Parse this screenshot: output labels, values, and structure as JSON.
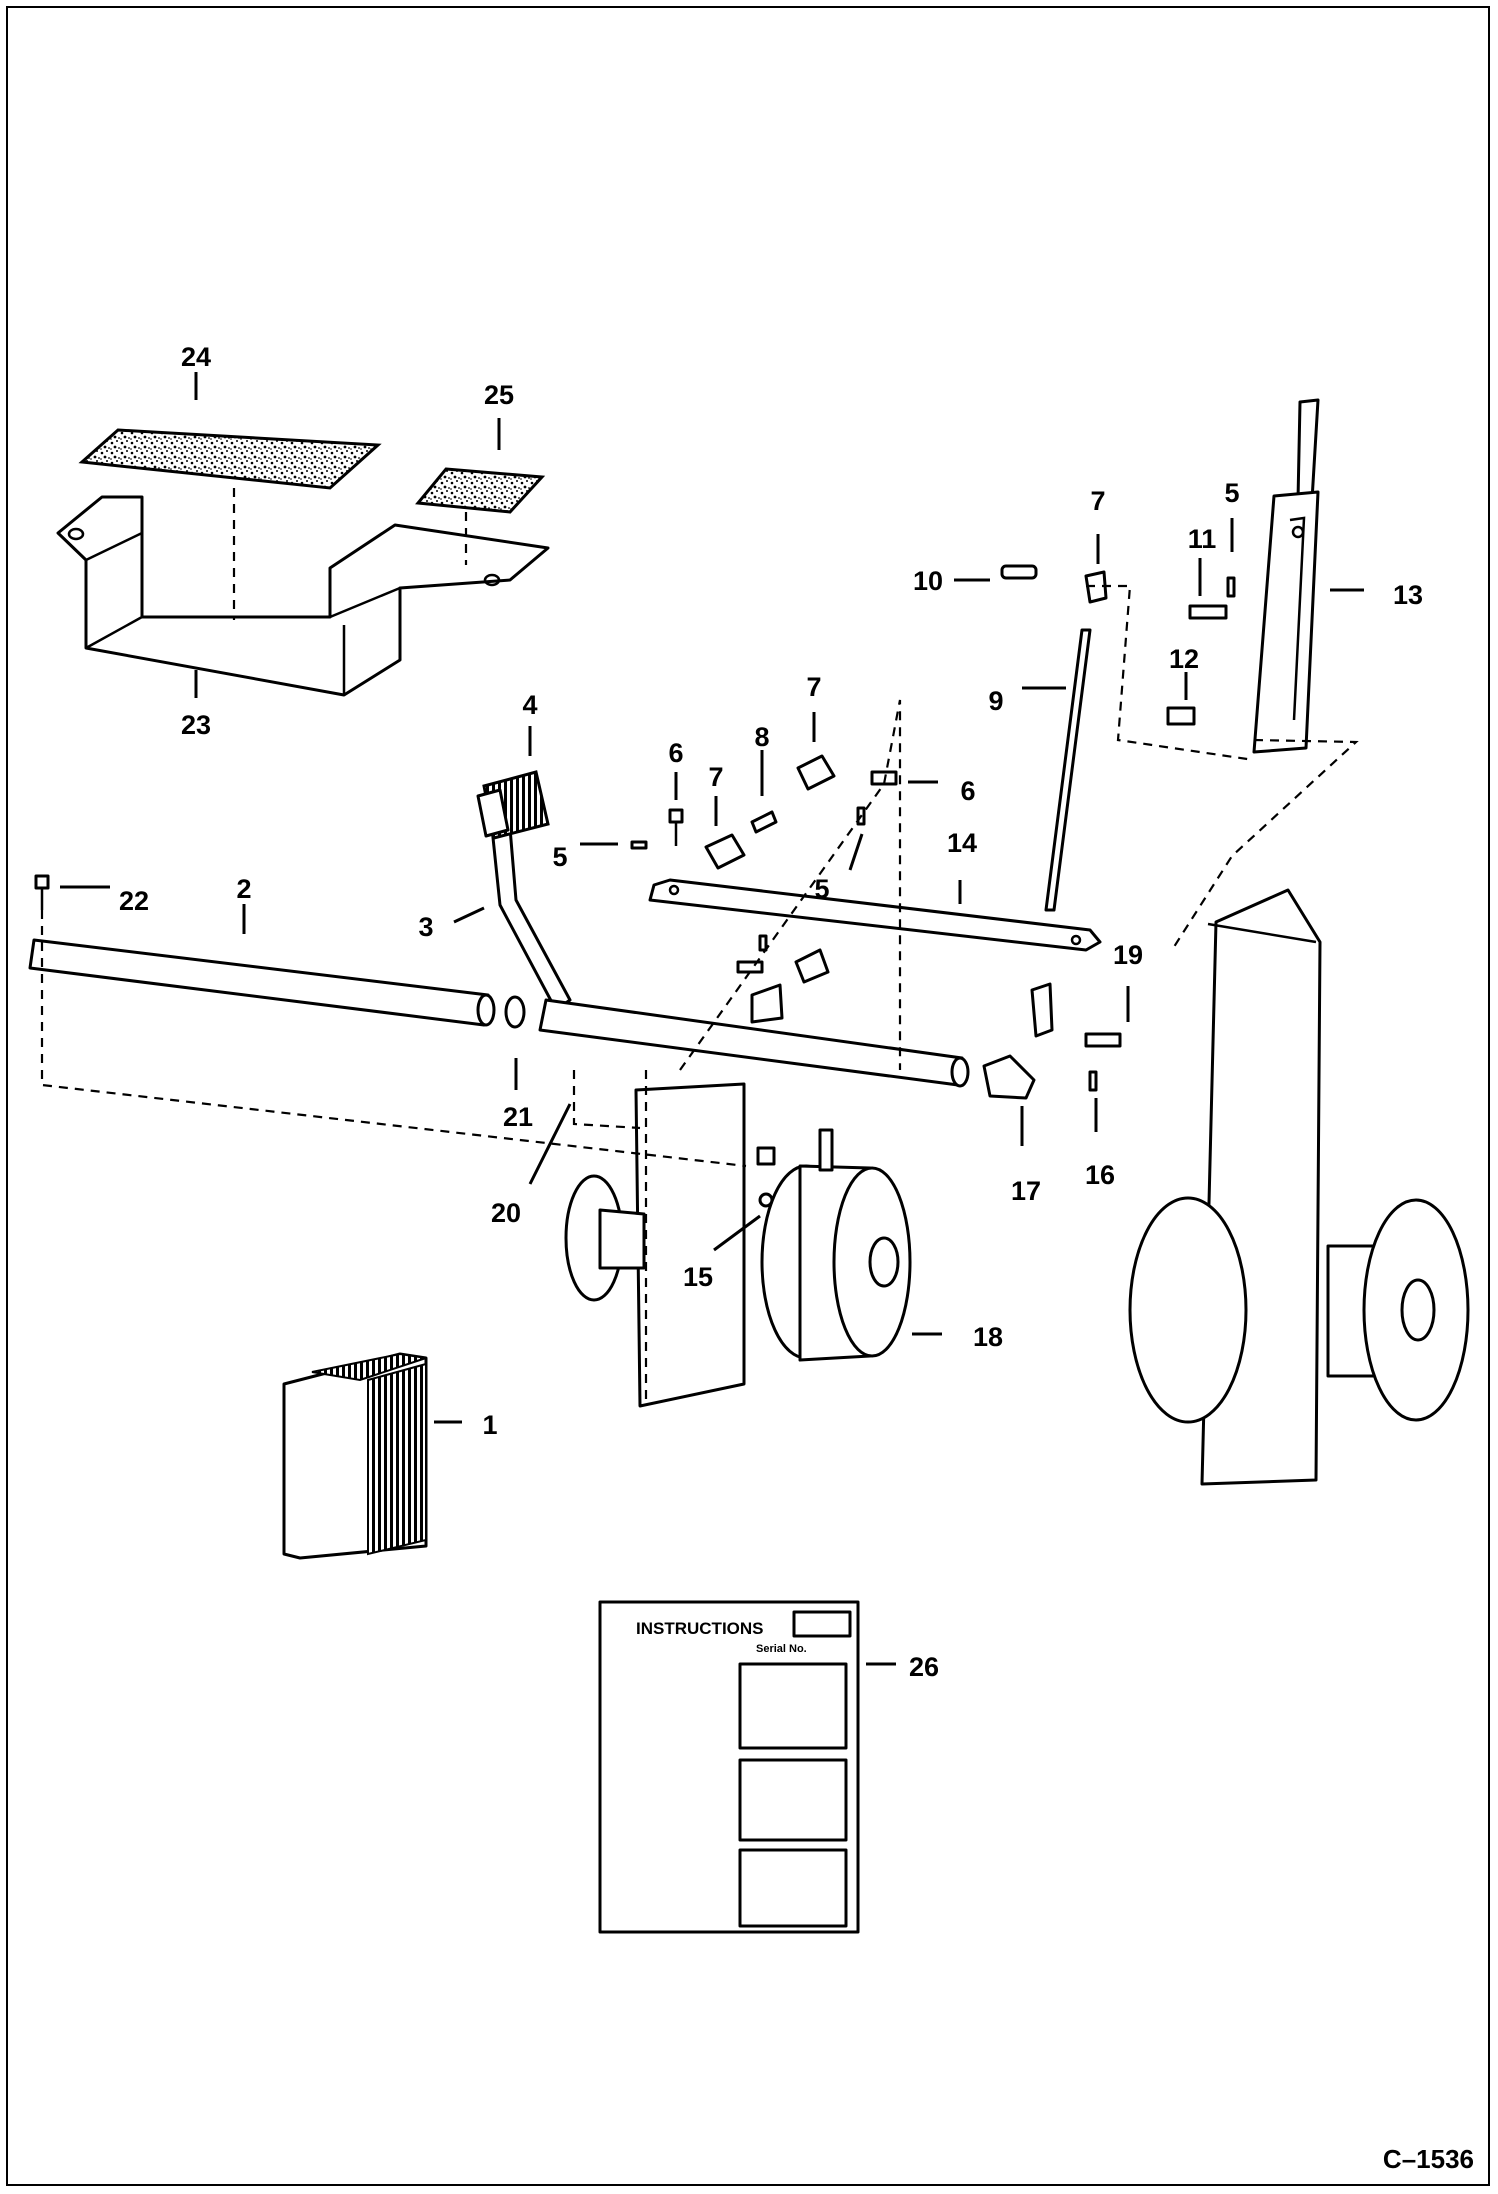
{
  "diagram": {
    "figure_ref": "C–1536",
    "callouts": {
      "c1": "1",
      "c2": "2",
      "c3": "3",
      "c4": "4",
      "c5a": "5",
      "c5b": "5",
      "c5c": "5",
      "c6a": "6",
      "c6b": "6",
      "c7a": "7",
      "c7b": "7",
      "c7c": "7",
      "c8": "8",
      "c9": "9",
      "c10": "10",
      "c11": "11",
      "c12": "12",
      "c13": "13",
      "c14": "14",
      "c15": "15",
      "c16": "16",
      "c17": "17",
      "c18": "18",
      "c19": "19",
      "c20": "20",
      "c21": "21",
      "c22": "22",
      "c23": "23",
      "c24": "24",
      "c25": "25",
      "c26": "26"
    },
    "decal_26": {
      "title": "INSTRUCTIONS",
      "serial_label": "Serial No."
    }
  }
}
